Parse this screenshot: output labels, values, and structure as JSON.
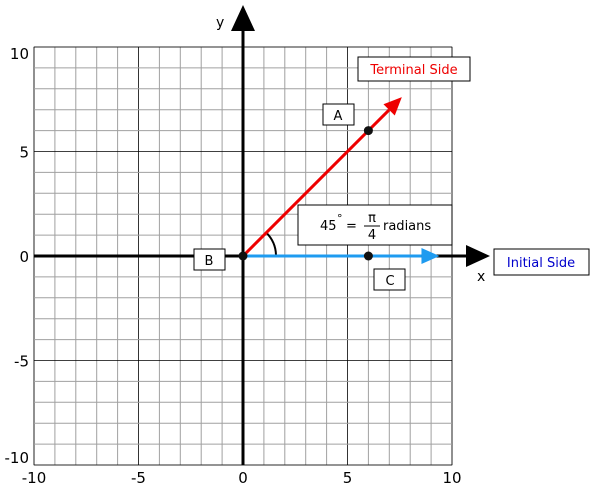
{
  "axes": {
    "x_name": "x",
    "y_name": "y",
    "x_range": [
      -10,
      10
    ],
    "y_range": [
      -10,
      10
    ],
    "x_ticks": [
      {
        "value": -10,
        "label": "-10"
      },
      {
        "value": -5,
        "label": "-5"
      },
      {
        "value": 0,
        "label": "0"
      },
      {
        "value": 5,
        "label": "5"
      },
      {
        "value": 10,
        "label": "10"
      }
    ],
    "y_ticks": [
      {
        "value": 10,
        "label": "10"
      },
      {
        "value": 5,
        "label": "5"
      },
      {
        "value": 0,
        "label": "0"
      },
      {
        "value": -5,
        "label": "-5"
      },
      {
        "value": -10,
        "label": "-10"
      }
    ],
    "grid": true
  },
  "rays": {
    "terminal": {
      "from": [
        0,
        0
      ],
      "to": [
        7.6,
        7.6
      ],
      "color": "#ee0000",
      "label": "Terminal Side"
    },
    "initial": {
      "from": [
        0,
        0
      ],
      "to": [
        9.4,
        0
      ],
      "color": "#1e9bf0",
      "label": "Initial Side",
      "label_color": "#0000cc"
    }
  },
  "points": [
    {
      "name": "A",
      "at": [
        6,
        6
      ]
    },
    {
      "name": "B",
      "at": [
        0,
        0
      ]
    },
    {
      "name": "C",
      "at": [
        6,
        0
      ]
    }
  ],
  "angle": {
    "degrees_text": "45",
    "degree_symbol": "°",
    "equals": "=",
    "numerator": "π",
    "denominator": "4",
    "unit": "radians"
  },
  "colors": {
    "grid_minor": "#a0a0a0",
    "grid_major": "#000000"
  }
}
